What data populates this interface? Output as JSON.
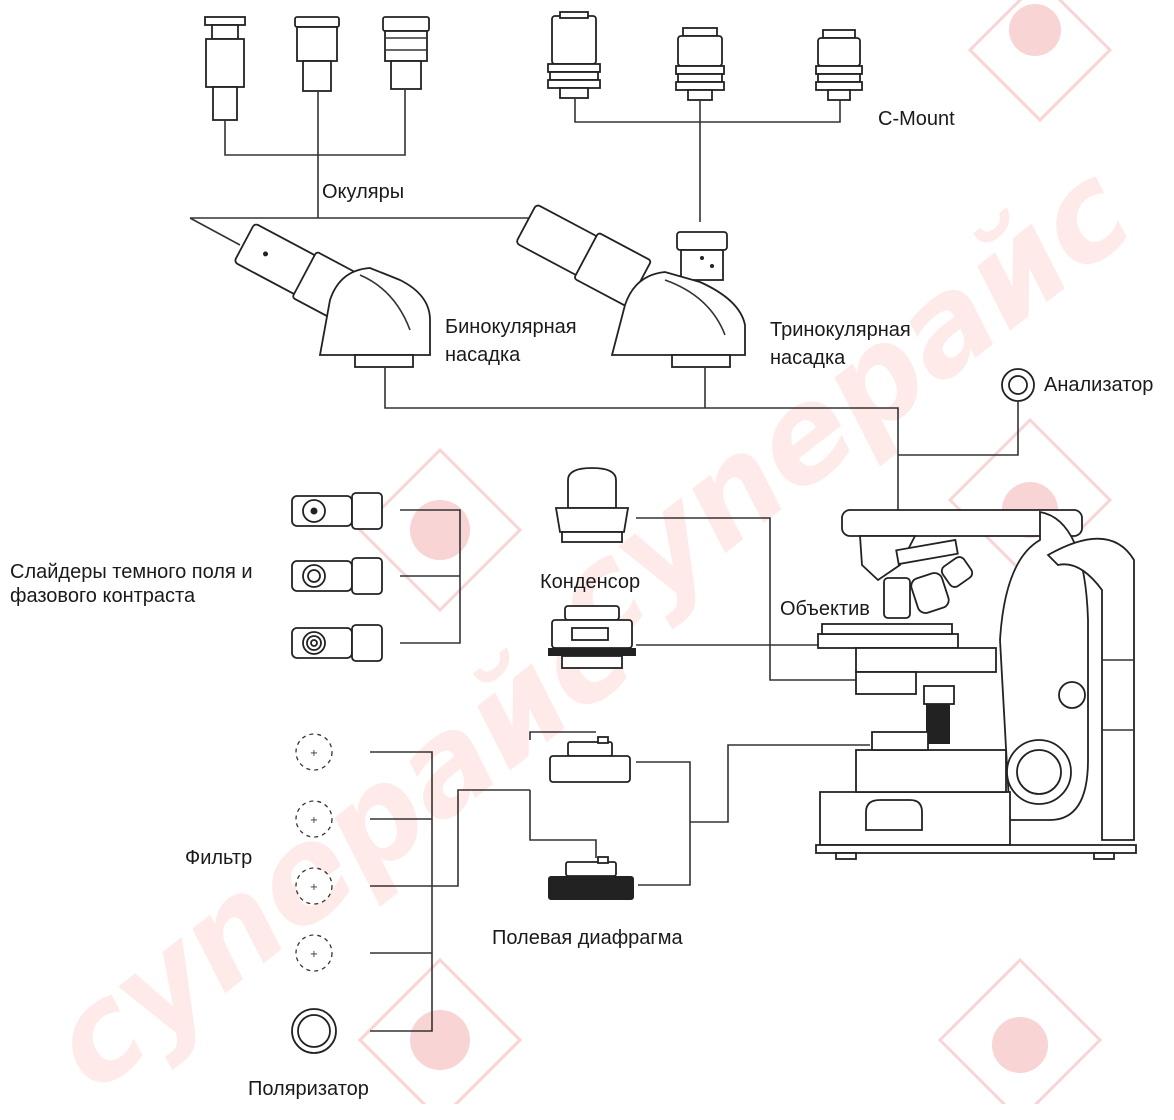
{
  "labels": {
    "eyepieces": "Окуляры",
    "c_mount": "C-Mount",
    "binocular": [
      "Бинокулярная",
      "насадка"
    ],
    "trinocular": [
      "Тринокулярная",
      "насадка"
    ],
    "analyzer": "Анализатор",
    "sliders": [
      "Слайдеры темного поля и",
      "фазового контраста"
    ],
    "condenser": "Конденсор",
    "objective": "Объектив",
    "filter": "Фильтр",
    "field_diaphragm": "Полевая диафрагма",
    "polarizer": "Поляризатор"
  },
  "watermark": {
    "text": "cynepaйс",
    "color": "#ffd9d9"
  },
  "colors": {
    "line": "#333333",
    "watermark": "#f5b8b8"
  }
}
